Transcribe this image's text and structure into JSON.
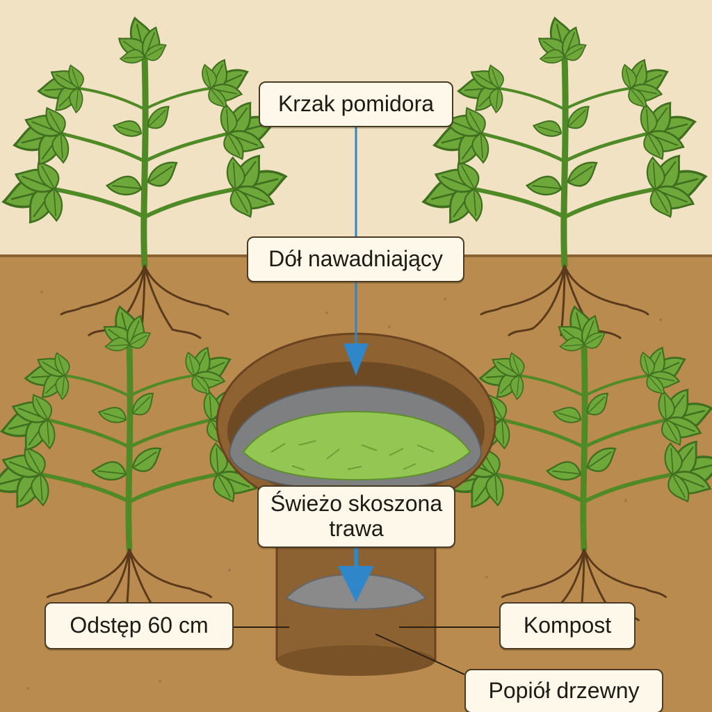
{
  "labels": {
    "tomato_bush": "Krzak pomidora",
    "watering_pit": "Dół nawadniający",
    "fresh_grass_line1": "Świeżo skoszona",
    "fresh_grass_line2": "trawa",
    "spacing": "Odstęp 60 cm",
    "compost": "Kompost",
    "wood_ash": "Popiół drzewny"
  },
  "colors": {
    "sky": "#f0e2c3",
    "soil": "#b98b4f",
    "soil_dark": "#7a5228",
    "leaf": "#6fa83a",
    "leaf_dark": "#3f6e1f",
    "grass_layer": "#93c653",
    "gravel": "#8a8a8a",
    "arrow": "#2f86c9",
    "root": "#5a3a1a"
  },
  "icons": [
    "tomato-plant-icon",
    "watering-pit-icon",
    "arrow-down-icon"
  ]
}
